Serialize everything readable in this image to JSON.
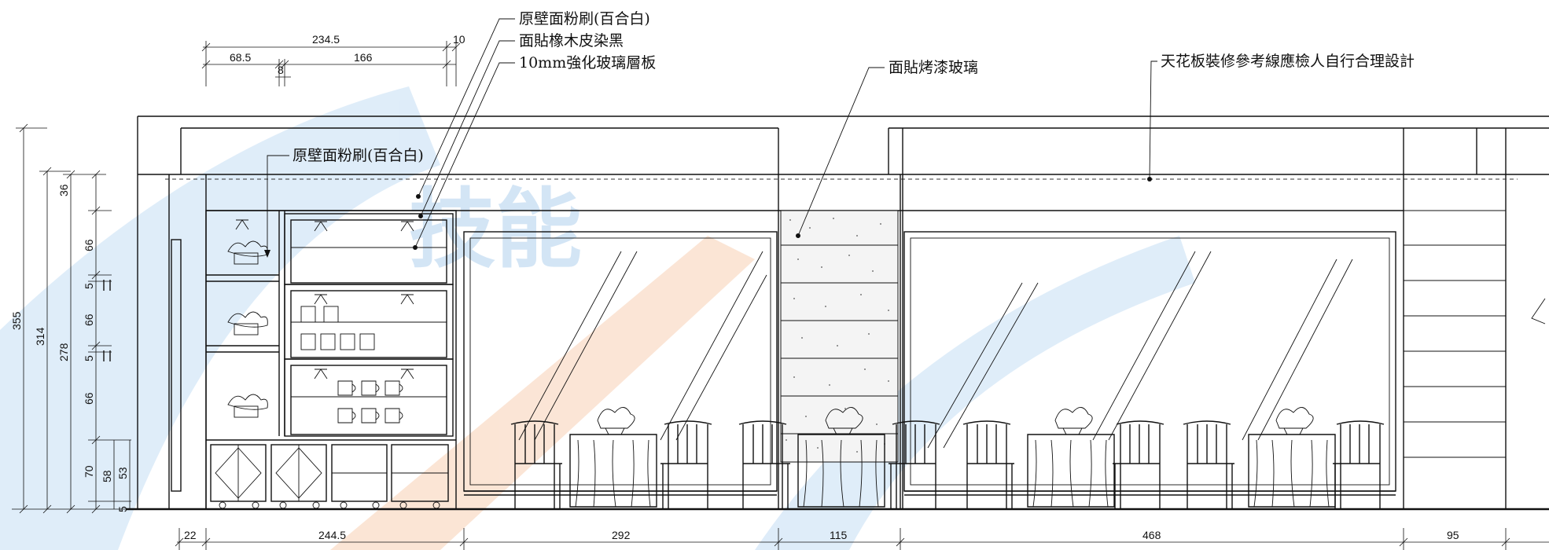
{
  "notes": {
    "top_1": "原壁面粉刷(百合白)",
    "top_2": "面貼橡木皮染黑",
    "top_3": "10mm強化玻璃層板",
    "glass_paint": "面貼烤漆玻璃",
    "ceiling": "天花板裝修參考線應檢人自行合理設計",
    "inner_wall": "原壁面粉刷(百合白)"
  },
  "top_dims": {
    "d1": "234.5",
    "d2": "10",
    "d3": "68.5",
    "d4": "166",
    "d5": "8"
  },
  "left_dims": {
    "h355": "355",
    "h314": "314",
    "h278": "278",
    "h36": "36",
    "h66a": "66",
    "h5a": "5",
    "h66b": "66",
    "h5b": "5",
    "h66c": "66",
    "h70": "70",
    "h58": "58",
    "h53": "53",
    "h5c": "5"
  },
  "bottom_dims": {
    "w22": "22",
    "w2445": "244.5",
    "w292": "292",
    "w115": "115",
    "w468": "468",
    "w95": "95"
  },
  "watermark": {
    "text": "技能",
    "color_blue": "#9fc6ea",
    "color_orange": "#f4b48a"
  }
}
